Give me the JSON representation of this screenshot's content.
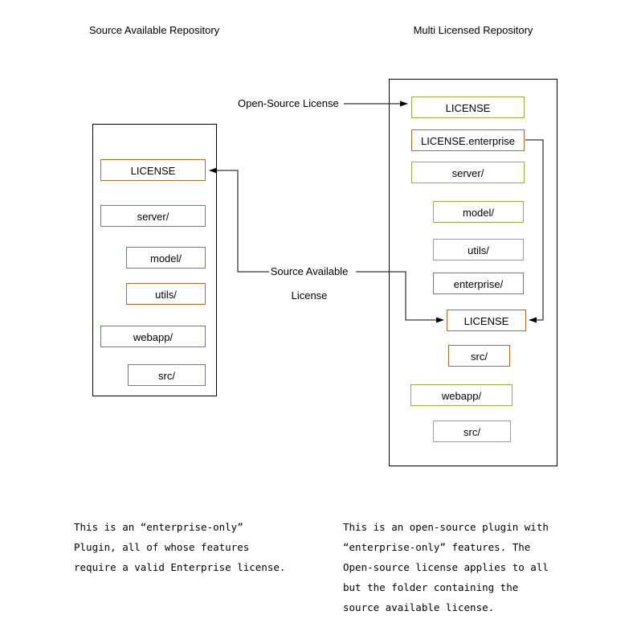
{
  "titles": {
    "left": "Source Available Repository",
    "right": "Multi Licensed Repository"
  },
  "left_repo": {
    "items": [
      {
        "label": "LICENSE"
      },
      {
        "label": "server/"
      },
      {
        "label": "model/"
      },
      {
        "label": "utils/"
      },
      {
        "label": "webapp/"
      },
      {
        "label": "src/"
      }
    ]
  },
  "right_repo": {
    "items": [
      {
        "label": "LICENSE"
      },
      {
        "label": "LICENSE.enterprise"
      },
      {
        "label": "server/"
      },
      {
        "label": "model/"
      },
      {
        "label": "utils/"
      },
      {
        "label": "enterprise/"
      },
      {
        "label": "LICENSE"
      },
      {
        "label": "src/"
      },
      {
        "label": "webapp/"
      },
      {
        "label": "src/"
      }
    ]
  },
  "arrow_labels": {
    "open_source": "Open-Source License",
    "source_available_line1": "Source Available",
    "source_available_line2": "License"
  },
  "notes": {
    "left": [
      "This is an “enterprise-only”",
      "Plugin, all of whose features",
      "require a valid Enterprise license."
    ],
    "right": [
      "This is an open-source plugin with",
      "“enterprise-only” features. The",
      "Open-source license applies to all",
      "but the folder containing the",
      "source available license."
    ]
  },
  "colors": {
    "source_available_border": "#BE6425",
    "open_source_border": "#8CB63C",
    "container_border": "#000000",
    "arrow": "#000000"
  }
}
